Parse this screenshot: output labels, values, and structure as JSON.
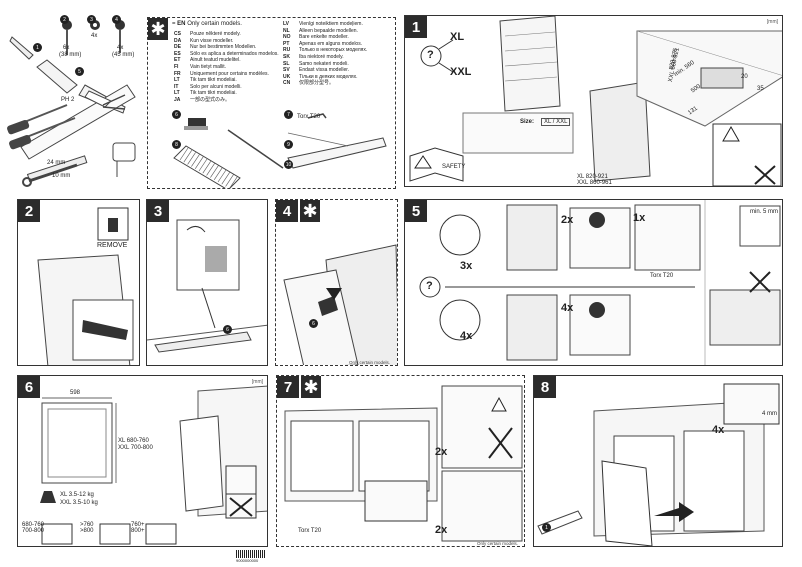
{
  "header_tools": {
    "screw_count": "6x",
    "screw_size": "(38 mm)",
    "washer_count": "4x",
    "screw2_count": "4x",
    "screw2_size": "(45 mm)",
    "ph_label": "PH 2",
    "measure_24": "24 mm",
    "measure_10": "10 mm",
    "part_1": "1",
    "part_2": "2",
    "part_3": "3",
    "part_4": "4",
    "part_5": "5"
  },
  "languages": {
    "title_code": "EN",
    "title": "Only certain models.",
    "left": [
      {
        "code": "CS",
        "text": "Pouze některé modely."
      },
      {
        "code": "DA",
        "text": "Kun visse modeller."
      },
      {
        "code": "DE",
        "text": "Nur bei bestimmten Modellen."
      },
      {
        "code": "ES",
        "text": "Sólo es aplica a determinados modelos."
      },
      {
        "code": "ET",
        "text": "Ainult teatud mudelitel."
      },
      {
        "code": "FI",
        "text": "Vain tietyt mallit."
      },
      {
        "code": "FR",
        "text": "Uniquement pour certains modèles."
      },
      {
        "code": "LT",
        "text": "Tik tam tikri modeliai."
      },
      {
        "code": "IT",
        "text": "Solo per alcuni modelli."
      },
      {
        "code": "LT",
        "text": "Tik tam tikri modeliai."
      },
      {
        "code": "JA",
        "text": "一部の型式のみ。"
      }
    ],
    "right": [
      {
        "code": "LV",
        "text": "Vienīgi noteiktiem modeļiem."
      },
      {
        "code": "NL",
        "text": "Alleen bepaalde modellen."
      },
      {
        "code": "NO",
        "text": "Bare enkelte modeller."
      },
      {
        "code": "PT",
        "text": "Apenas em alguns modelos."
      },
      {
        "code": "RU",
        "text": "Только в некоторых моделях."
      },
      {
        "code": "SK",
        "text": "Iba niektoré modely."
      },
      {
        "code": "SL",
        "text": "Samo nekateri modeli."
      },
      {
        "code": "SV",
        "text": "Endast vissa modeller."
      },
      {
        "code": "UK",
        "text": "Тільки в деяких моделях."
      },
      {
        "code": "CN",
        "text": "仅限部分型号。"
      }
    ],
    "torx": "Torx T20",
    "part_6": "6",
    "part_7": "7",
    "part_8": "8",
    "part_9": "9",
    "part_10": "10"
  },
  "step1": {
    "num": "1",
    "mm": "[mm]",
    "xl": "XL",
    "xxl": "XXL",
    "q": "?",
    "size_label": "Size:",
    "size_value": "XL / XXL",
    "dim_820": "820-875",
    "dim_860": "XXL 860-921",
    "dim_600": "min. 560",
    "dim_500": "500",
    "dim_131": "131",
    "dim_20": "20",
    "dim_35": "35",
    "legend_xl": "XL 820-921",
    "legend_xxl": "XXL 860-961",
    "safety": "SAFETY"
  },
  "step2": {
    "num": "2",
    "remove": "REMOVE"
  },
  "step3": {
    "num": "3",
    "part": "6"
  },
  "step4": {
    "num": "4",
    "star": "✱",
    "part": "6",
    "only": "Only certain models."
  },
  "step5": {
    "num": "5",
    "c3": "3x",
    "c4": "4x",
    "c2": "2x",
    "c1": "1x",
    "c4b": "4x",
    "q": "?",
    "torx": "Torx T20",
    "min5": "min. 5 mm"
  },
  "step6": {
    "num": "6",
    "mm": "[mm]",
    "width": "598",
    "xl_h": "XL 680-760",
    "xxl_h": "XXL 700-800",
    "weight_xl": "XL  3.5-12 kg",
    "weight_xxl": "XXL  3.5-10 kg",
    "a1": "680-760",
    "a2": "700-800",
    "b1": ">760",
    "b2": ">800",
    "c1": "760+",
    "c2": "800+"
  },
  "step7": {
    "num": "7",
    "star": "✱",
    "torx": "Torx T20",
    "c2a": "2x",
    "c2b": "2x",
    "only": "Only certain models."
  },
  "step8": {
    "num": "8",
    "c4": "4x",
    "mm4": "4 mm",
    "part": "1"
  },
  "footer": {
    "barcode_text": "9000000000"
  }
}
